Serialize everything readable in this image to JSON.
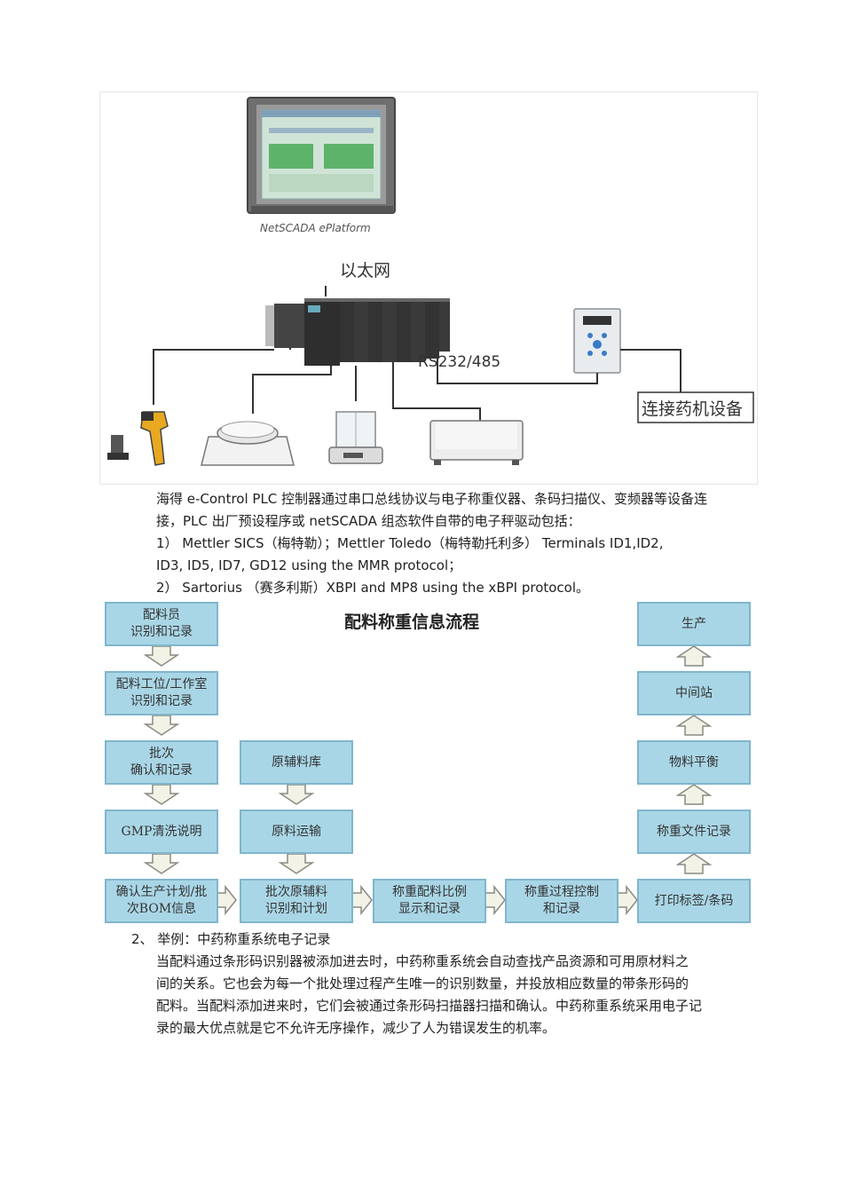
{
  "figure1": {
    "platform_label": "NetSCADA ePlatform",
    "network_label": "以太网",
    "serial_label": "RS232/485",
    "device_box_label": "连接药机设备",
    "icons": [
      "hmi-screen-icon",
      "plc-rack-icon",
      "inverter-icon",
      "barcode-scanner-icon",
      "round-scale-icon",
      "analytical-balance-icon",
      "platform-scale-icon"
    ]
  },
  "intro": {
    "line1": "海得  e-Control PLC 控制器通过串口总线协议与电子称重仪器、条码扫描仪、变频器等设备连",
    "line2": "接，PLC 出厂预设程序或 netSCADA 组态软件自带的电子秤驱动包括：",
    "item1_line1": "1）  Mettler SICS（梅特勒）；Mettler Toledo（梅特勒托利多） Terminals ID1,ID2,",
    "item1_line2": "ID3, ID5, ID7, GD12 using the MMR protocol；",
    "item2": "2）  Sartorius （赛多利斯）XBPI and  MP8 using the xBPI protocol。"
  },
  "figure2": {
    "title": "配料称重信息流程",
    "col1": [
      "配料员\n识别和记录",
      "配料工位/工作室\n识别和记录",
      "批次\n确认和记录",
      "GMP清洗说明",
      "确认生产计划/批\n次BOM信息"
    ],
    "col2": [
      "原辅料库",
      "原料运输",
      "批次原辅料\n识别和计划"
    ],
    "col3": [
      "称重配料比例\n显示和记录"
    ],
    "col4": [
      "称重过程控制\n和记录"
    ],
    "col5": [
      "打印标签/条码",
      "称重文件记录",
      "物料平衡",
      "中间站",
      "生产"
    ]
  },
  "section2": {
    "heading": "2、  举例：中药称重系统电子记录",
    "line1": "当配料通过条形码识别器被添加进去时，中药称重系统会自动查找产品资源和可用原材料之",
    "line2": "间的关系。它也会为每一个批处理过程产生唯一的识别数量，并投放相应数量的带条形码的",
    "line3": "配料。当配料添加进来时，它们会被通过条形码扫描器扫描和确认。中药称重系统采用电子记",
    "line4": "录的最大优点就是它不允许无序操作，减少了人为错误发生的机率。"
  },
  "colors": {
    "flow_box": "#a9d6e6",
    "flow_border": "#7fb6cc",
    "arrow": "#f2f2e6"
  }
}
